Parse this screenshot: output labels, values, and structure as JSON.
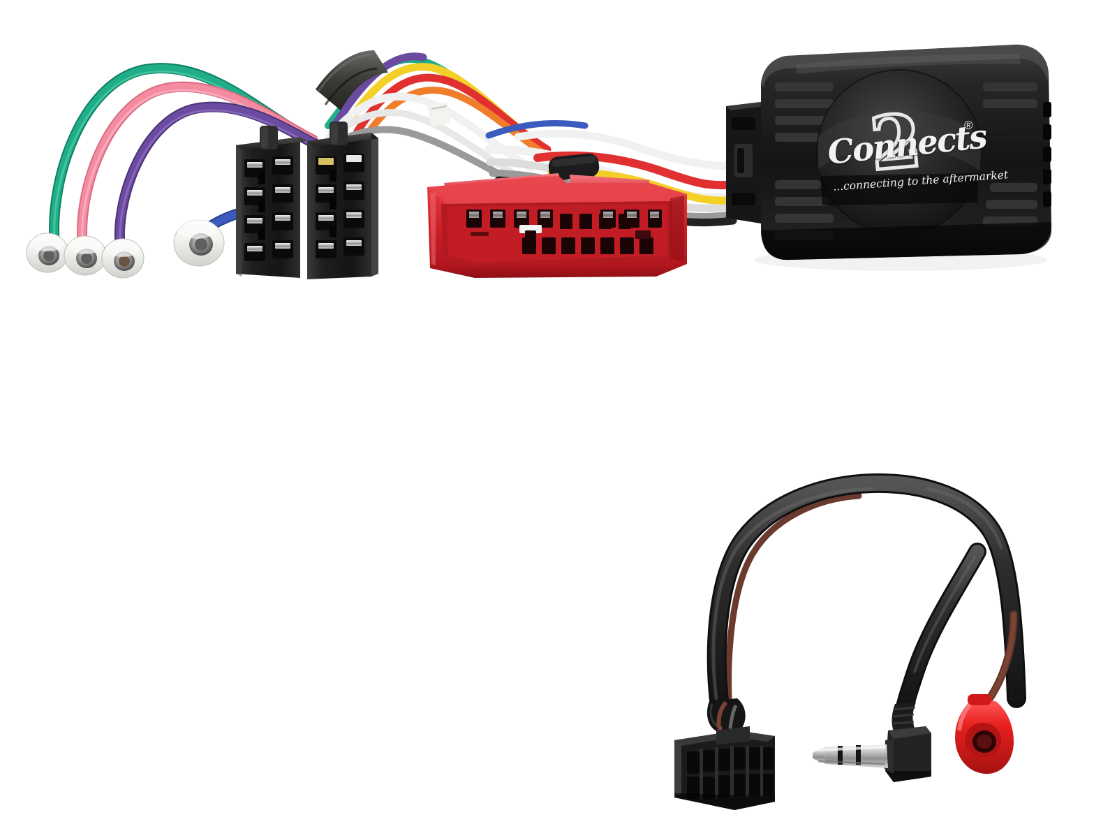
{
  "product": {
    "brand": "Connects2",
    "logo_text": "Connects",
    "logo_numeral": "2",
    "logo_registered": "®",
    "tagline": "...connecting to the aftermarket",
    "background_color": "#ffffff"
  },
  "palette": {
    "white": "#ffffff",
    "black_body": "#1a1a1a",
    "black_mid": "#2b2b2b",
    "black_light": "#3c3c3c",
    "black_dark": "#0d0d0d",
    "red_connector": "#d8232a",
    "red_connector_dark": "#a8161c",
    "red_connector_light": "#e8424a",
    "red_bullet": "#e02020",
    "wire_green": "#1fae88",
    "wire_pink": "#f58ba0",
    "wire_purple": "#6b4ba0",
    "wire_blue": "#3b5bbf",
    "wire_yellow": "#f2d027",
    "wire_red": "#e03030",
    "wire_orange": "#ef7d2a",
    "wire_white": "#f1f1f1",
    "wire_grey": "#9a9a9a",
    "wire_black": "#222222",
    "wire_brown": "#6b3a2e",
    "metal": "#c9c9c9",
    "metal_dark": "#8a8a8a",
    "terminal_white": "#f4f4f2"
  },
  "components": [
    {
      "id": "bullet-terminal-green",
      "label": "White bullet terminal (green wire)",
      "wire_color": "#1fae88"
    },
    {
      "id": "bullet-terminal-pink",
      "label": "White bullet terminal (pink wire)",
      "wire_color": "#f58ba0"
    },
    {
      "id": "bullet-terminal-purple",
      "label": "White bullet terminal (purple wire)",
      "wire_color": "#6b4ba0"
    },
    {
      "id": "bullet-terminal-blue",
      "label": "White bullet terminal (blue wire)",
      "wire_color": "#3b5bbf"
    },
    {
      "id": "iso-connector-a",
      "label": "Black ISO connector A",
      "pin_rows": 4,
      "pin_cols": 2
    },
    {
      "id": "iso-connector-b",
      "label": "Black ISO connector B",
      "pin_rows": 4,
      "pin_cols": 2
    },
    {
      "id": "red-vehicle-connector",
      "label": "Red vehicle harness connector",
      "color": "#d8232a"
    },
    {
      "id": "interface-module",
      "label": "Connects2 steering wheel control interface module",
      "color": "#1a1a1a"
    },
    {
      "id": "patch-lead-molex",
      "label": "12-pin Molex Micro-Fit connector",
      "pins": 12
    },
    {
      "id": "patch-lead-jack",
      "label": "Right-angle 3.5mm TRS jack plug"
    },
    {
      "id": "patch-lead-bullet",
      "label": "Red insulated bullet terminal",
      "color": "#e02020"
    }
  ],
  "wire_bundle": {
    "label": "Multi-colour wiring loom",
    "colors": [
      "#1fae88",
      "#f58ba0",
      "#6b4ba0",
      "#3b5bbf",
      "#f2d027",
      "#e03030",
      "#ef7d2a",
      "#f1f1f1",
      "#9a9a9a",
      "#222222"
    ]
  }
}
